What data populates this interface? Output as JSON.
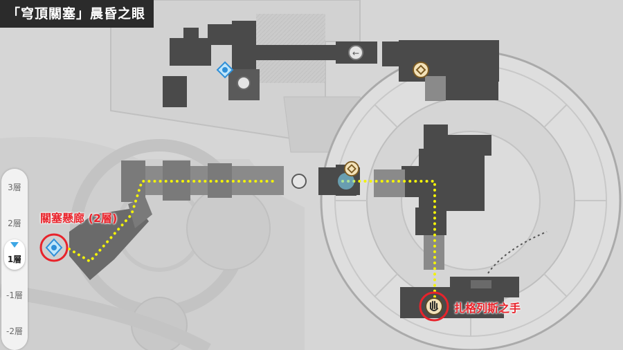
{
  "title": "「穹頂關塞」晨昏之眼",
  "floors": [
    {
      "label": "3層",
      "active": false
    },
    {
      "label": "2層",
      "active": false
    },
    {
      "label": "1層",
      "active": true
    },
    {
      "label": "-1層",
      "active": false
    },
    {
      "label": "-2層",
      "active": false
    }
  ],
  "labels": {
    "start": "關塞懸廊 (2層)",
    "destination": "扎格列斯之手"
  },
  "icons": {
    "teleport": "teleport-waypoint-icon",
    "npc": "hand-npc-icon",
    "puzzle": "golden-puzzle-icon",
    "arrow": "arrow-left-icon"
  },
  "colors": {
    "route": "#f2f20a",
    "highlight": "#e8232b",
    "accent": "#3ea7e5",
    "building": "#4a4a4a"
  }
}
